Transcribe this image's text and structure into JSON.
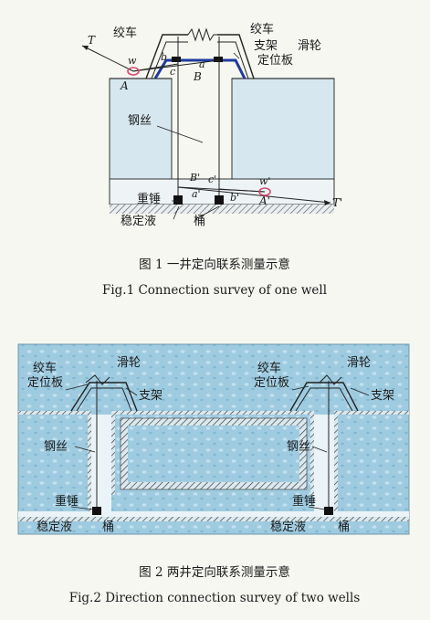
{
  "figure1": {
    "labels": {
      "winch_left": "绞车",
      "winch_right": "绞车",
      "pulley": "滑轮",
      "support": "支架",
      "plate": "定位板",
      "wire": "钢丝",
      "weight": "重锤",
      "stable_liquid": "稳定液",
      "bucket": "桶"
    },
    "points": {
      "T": "T",
      "w": "w",
      "A": "A",
      "b": "b",
      "a": "a",
      "c": "c",
      "B": "B",
      "Bp": "B'",
      "cp": "c'",
      "ap": "a'",
      "bp": "b'",
      "wp": "w'",
      "Ap": "A'",
      "Tp": "T'"
    },
    "caption_cn": "图 1    一井定向联系测量示意",
    "caption_en": "Fig.1    Connection survey of one well"
  },
  "figure2": {
    "labels": {
      "winch_left": "绞车",
      "pulley_left": "滑轮",
      "plate_left": "定位板",
      "support_left": "支架",
      "wire_left": "钢丝",
      "weight_left": "重锤",
      "stable_left": "稳定液",
      "bucket_left": "桶",
      "winch_right": "绞车",
      "pulley_right": "滑轮",
      "plate_right": "定位板",
      "support_right": "支架",
      "wire_right": "钢丝",
      "weight_right": "重锤",
      "stable_right": "稳定液",
      "bucket_right": "桶"
    },
    "caption_cn": "图 2    两井定向联系测量示意",
    "caption_en": "Fig.2    Direction connection survey of two wells"
  },
  "colors": {
    "ground": "#9fcbe0",
    "ground_dark": "#7fb4cf",
    "frame_blue": "#1f3a9e",
    "line": "#1a1a1a"
  }
}
